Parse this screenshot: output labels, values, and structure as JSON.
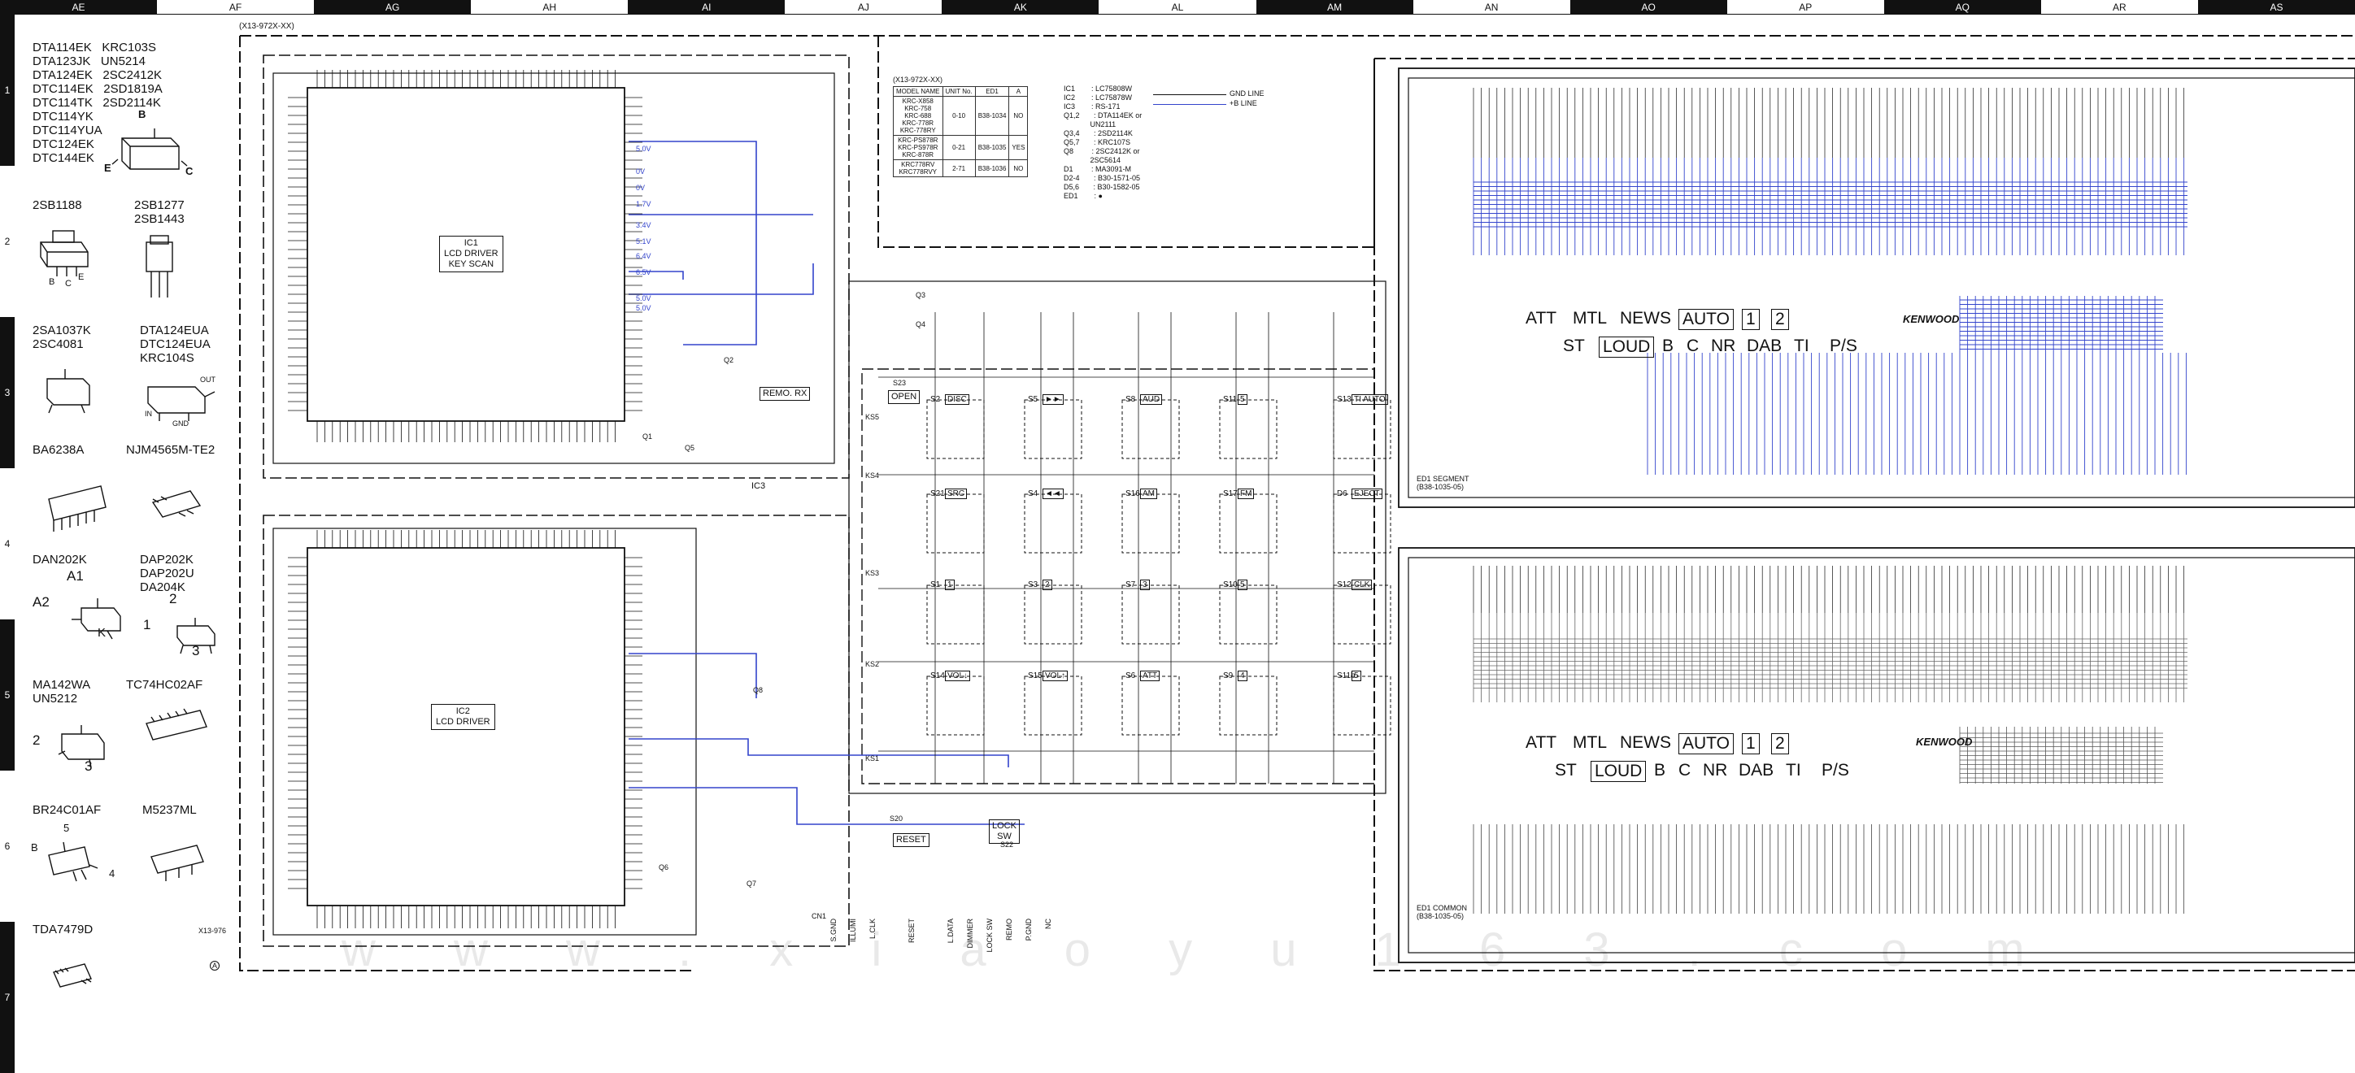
{
  "ruler_top": [
    "AE",
    "AF",
    "AG",
    "AH",
    "AI",
    "AJ",
    "AK",
    "AL",
    "AM",
    "AN",
    "AO",
    "AP",
    "AQ",
    "AR",
    "AS"
  ],
  "ruler_left": [
    "1",
    "2",
    "3",
    "4",
    "5",
    "6",
    "7"
  ],
  "part_groups": [
    {
      "lines": [
        "DTA114EK   KRC103S",
        "DTA123JK   UN5214",
        "DTA124EK   2SC2412K",
        "DTC114EK   2SD1819A",
        "DTC114TK   2SD2114K",
        "DTC114YK",
        "DTC114YUA",
        "DTC124EK",
        "DTC144EK"
      ]
    },
    {
      "lines": [
        "2SB1188"
      ]
    },
    {
      "lines": [
        "2SB1277",
        "2SB1443"
      ]
    },
    {
      "lines": [
        "2SA1037K",
        "2SC4081"
      ]
    },
    {
      "lines": [
        "DTA124EUA",
        "DTC124EUA",
        "KRC104S"
      ]
    },
    {
      "lines": [
        "BA6238A"
      ]
    },
    {
      "lines": [
        "NJM4565M-TE2"
      ]
    },
    {
      "lines": [
        "DAN202K"
      ]
    },
    {
      "lines": [
        "DAP202K",
        "DAP202U",
        "DA204K"
      ]
    },
    {
      "lines": [
        "MA142WA",
        "UN5212"
      ]
    },
    {
      "lines": [
        "TC74HC02AF"
      ]
    },
    {
      "lines": [
        "BR24C01AF"
      ]
    },
    {
      "lines": [
        "M5237ML"
      ]
    },
    {
      "lines": [
        "TDA7479D"
      ]
    }
  ],
  "pin_letters": {
    "bce_b": "B",
    "bce_e": "E",
    "bce_c": "C",
    "sb_b": "B",
    "sb_c": "C",
    "sb_e": "E",
    "a1": "A1",
    "a2": "A2",
    "k": "K",
    "out": "OUT",
    "in": "IN",
    "gnd": "GND",
    "n1": "1",
    "n2": "2",
    "n3": "3",
    "n4": "4",
    "n5": "5"
  },
  "schematic": {
    "unit_ref": "(X13-972X-XX)",
    "ic1": "IC1\nLCD DRIVER\nKEY SCAN",
    "ic2": "IC2\nLCD DRIVER",
    "ic3": "IC3",
    "remo_rx": "REMO. RX",
    "x13_976": "X13-976",
    "circle_a": "A",
    "q_labels": [
      "Q1",
      "Q2",
      "Q3",
      "Q4",
      "Q5",
      "Q6",
      "Q7",
      "Q8"
    ],
    "cn1": "CN1",
    "reset": "RESET",
    "lock_sw": "LOCK\nSW",
    "open": "OPEN",
    "s20": "S20",
    "s22": "S22",
    "s23": "S23"
  },
  "model_table": {
    "title": "(X13-972X-XX)",
    "headers": [
      "MODEL NAME",
      "UNIT No.",
      "ED1",
      "A"
    ],
    "rows": [
      [
        "KRC-X858\nKRC-758\nKRC-688\nKRC-778R\nKRC-778RY",
        "0-10",
        "B38-1034",
        "NO"
      ],
      [
        "KRC-PS878R\nKRC-PS978R\nKRC-878R",
        "0-21",
        "B38-1035",
        "YES"
      ],
      [
        "KRC778RV\nKRC778RVY",
        "2-71",
        "B38-1036",
        "NO"
      ]
    ]
  },
  "ic_legend": {
    "lines": [
      "IC1        : LC75808W",
      "IC2        : LC75878W",
      "IC3        : RS-171",
      "Q1,2       : DTA114EK or",
      "             UN2111",
      "Q3,4       : 2SD2114K",
      "Q5,7       : KRC107S",
      "Q8         : 2SC2412K or",
      "             2SC5614",
      "D1         : MA3091-M",
      "D2-4       : B30-1571-05",
      "D5,6       : B30-1582-05",
      "ED1        : ●"
    ],
    "gnd_line": "GND LINE",
    "b_line": "+B LINE"
  },
  "switches": [
    {
      "id": "S2",
      "label": "DISC"
    },
    {
      "id": "S5",
      "label": "►►"
    },
    {
      "id": "S8",
      "label": "AUD"
    },
    {
      "id": "S11",
      "label": "5"
    },
    {
      "id": "S13",
      "label": "TI AUTO"
    },
    {
      "id": "S21",
      "label": "SRC"
    },
    {
      "id": "S4",
      "label": "◄◄"
    },
    {
      "id": "S16",
      "label": "AM"
    },
    {
      "id": "S17",
      "label": "FM"
    },
    {
      "id": "D6",
      "label": "EJECT"
    },
    {
      "id": "S1",
      "label": "1"
    },
    {
      "id": "S3",
      "label": "2"
    },
    {
      "id": "S7",
      "label": "3"
    },
    {
      "id": "S10",
      "label": "5"
    },
    {
      "id": "S12",
      "label": "CLK"
    },
    {
      "id": "S14",
      "label": "VOL↓"
    },
    {
      "id": "S15",
      "label": "VOL↑"
    },
    {
      "id": "S6",
      "label": "ATT"
    },
    {
      "id": "S9",
      "label": "4"
    },
    {
      "id": "S11b",
      "label": "5"
    }
  ],
  "key_lines": [
    "KS5",
    "KS4",
    "KS3",
    "KS2",
    "KS1"
  ],
  "lcd_top": {
    "row1": [
      "ATT",
      "MTL",
      "NEWS",
      "AUTO",
      "1",
      "2"
    ],
    "row2": [
      "ST",
      "LOUD",
      "B",
      "C",
      "NR",
      "DAB",
      "TI",
      "P/S"
    ],
    "logo": "KENWOOD",
    "caption": "ED1 SEGMENT\n(B38-1035-05)"
  },
  "lcd_bottom": {
    "row1": [
      "ATT",
      "MTL",
      "NEWS",
      "AUTO",
      "1",
      "2"
    ],
    "row2": [
      "ST",
      "LOUD",
      "B",
      "C",
      "NR",
      "DAB",
      "TI",
      "P/S"
    ],
    "logo": "KENWOOD",
    "caption": "ED1 COMMON\n(B38-1035-05)"
  },
  "voltage_labels": [
    "5.0V",
    "0V",
    "0V",
    "1.7V",
    "3.4V",
    "5.1V",
    "6.4V",
    "6.5V",
    "5.0V",
    "5.0V"
  ],
  "connector_pins": [
    "S.GND",
    "ILLUMI",
    "L.CLK",
    "",
    "RESET",
    "",
    "L.DATA",
    "DIMMER",
    "LOCK SW",
    "REMO",
    "P.GND",
    "NC"
  ],
  "watermark": "w w w . x i a o y u 1 6 3 . c o m",
  "colors": {
    "gnd": "#111111",
    "b_line": "#3333cc",
    "ruler": "#111111"
  }
}
